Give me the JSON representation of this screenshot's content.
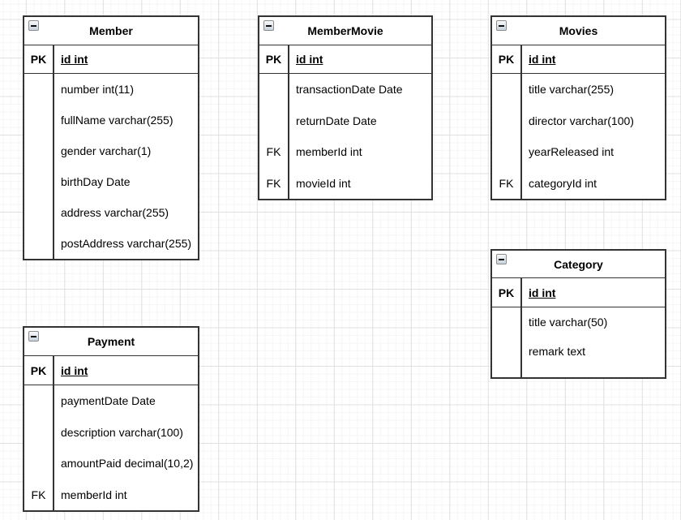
{
  "colors": {
    "table_border": "#333333",
    "grid_major": "#e0e0e0",
    "grid_minor": "#f6f6f6",
    "table_bg": "#ffffff",
    "text": "#000000",
    "collapse_border": "#8c8c8c",
    "collapse_bg_top": "#f8fafc",
    "collapse_bg_bottom": "#c7d2dd"
  },
  "icons": {
    "collapse": "minus-box"
  },
  "diagram": {
    "entities": [
      {
        "name": "Member",
        "rows": [
          {
            "key": "PK",
            "label": "id int",
            "is_pk": true
          },
          {
            "key": "",
            "label": "number int(11)"
          },
          {
            "key": "",
            "label": "fullName varchar(255)"
          },
          {
            "key": "",
            "label": "gender varchar(1)"
          },
          {
            "key": "",
            "label": "birthDay Date"
          },
          {
            "key": "",
            "label": "address varchar(255)"
          },
          {
            "key": "",
            "label": "postAddress varchar(255)"
          }
        ]
      },
      {
        "name": "MemberMovie",
        "rows": [
          {
            "key": "PK",
            "label": "id int",
            "is_pk": true
          },
          {
            "key": "",
            "label": "transactionDate Date"
          },
          {
            "key": "",
            "label": "returnDate Date"
          },
          {
            "key": "FK",
            "label": "memberId int"
          },
          {
            "key": "FK",
            "label": "movieId int"
          }
        ]
      },
      {
        "name": "Movies",
        "rows": [
          {
            "key": "PK",
            "label": "id int",
            "is_pk": true
          },
          {
            "key": "",
            "label": "title varchar(255)"
          },
          {
            "key": "",
            "label": "director varchar(100)"
          },
          {
            "key": "",
            "label": "yearReleased int"
          },
          {
            "key": "FK",
            "label": "categoryId int"
          }
        ]
      },
      {
        "name": "Category",
        "rows": [
          {
            "key": "PK",
            "label": "id int",
            "is_pk": true
          },
          {
            "key": "",
            "label": "title varchar(50)"
          },
          {
            "key": "",
            "label": "remark text"
          }
        ]
      },
      {
        "name": "Payment",
        "rows": [
          {
            "key": "PK",
            "label": "id int",
            "is_pk": true
          },
          {
            "key": "",
            "label": "paymentDate Date"
          },
          {
            "key": "",
            "label": "description varchar(100)"
          },
          {
            "key": "",
            "label": "amountPaid decimal(10,2)"
          },
          {
            "key": "FK",
            "label": "memberId int"
          }
        ]
      }
    ]
  }
}
